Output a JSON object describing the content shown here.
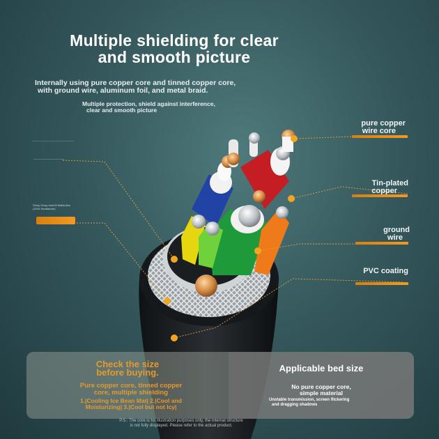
{
  "headline": {
    "line1": "Multiple shielding for clear",
    "line2": "and smooth picture"
  },
  "sub1": {
    "line1": "Internally using pure copper core and tinned copper core,",
    "line2": "with ground wire, aluminum foil, and metal braid."
  },
  "sub2": {
    "line1": "Multiple protection, shield against interference,",
    "line2": "clear and smooth picture"
  },
  "tiny_left": {
    "line1": "Shiny Scrap blueSil Malibution",
    "line2": "(2003 Smallstone)"
  },
  "labels": {
    "copper_l1": "pure copper",
    "copper_l2": "wire core",
    "tin_l1": "Tin-plated",
    "tin_l2": "copper",
    "ground_l1": "ground",
    "ground_l2": "wire",
    "pvc": "PVC coating"
  },
  "left_panel": {
    "check_l1": "Check the size",
    "check_l2": "before buying.",
    "pure_l1": "Pure copper core, tinned copper",
    "pure_l2": "core, multiple shielding",
    "items_l1": "1.|Cooling Ice Bean Mat| 2.|Cool and",
    "items_l2": "Moisturizing| 3.|Cool but not Icy|"
  },
  "right_panel": {
    "title": "Applicable bed size",
    "nopure_l1": "No pure copper core,",
    "nopure_l2": "simple material",
    "unstable_l1": "Unstable transmission, screen flickering",
    "unstable_l2": "and dragging shadows"
  },
  "footnote": {
    "line1": "P.S.: The core is for illustration purposes only, the internal structure",
    "line2": "is not fully displayed. Please refer to the actual product."
  },
  "colors": {
    "accent": "#f39a1f",
    "background": "#35585c"
  }
}
